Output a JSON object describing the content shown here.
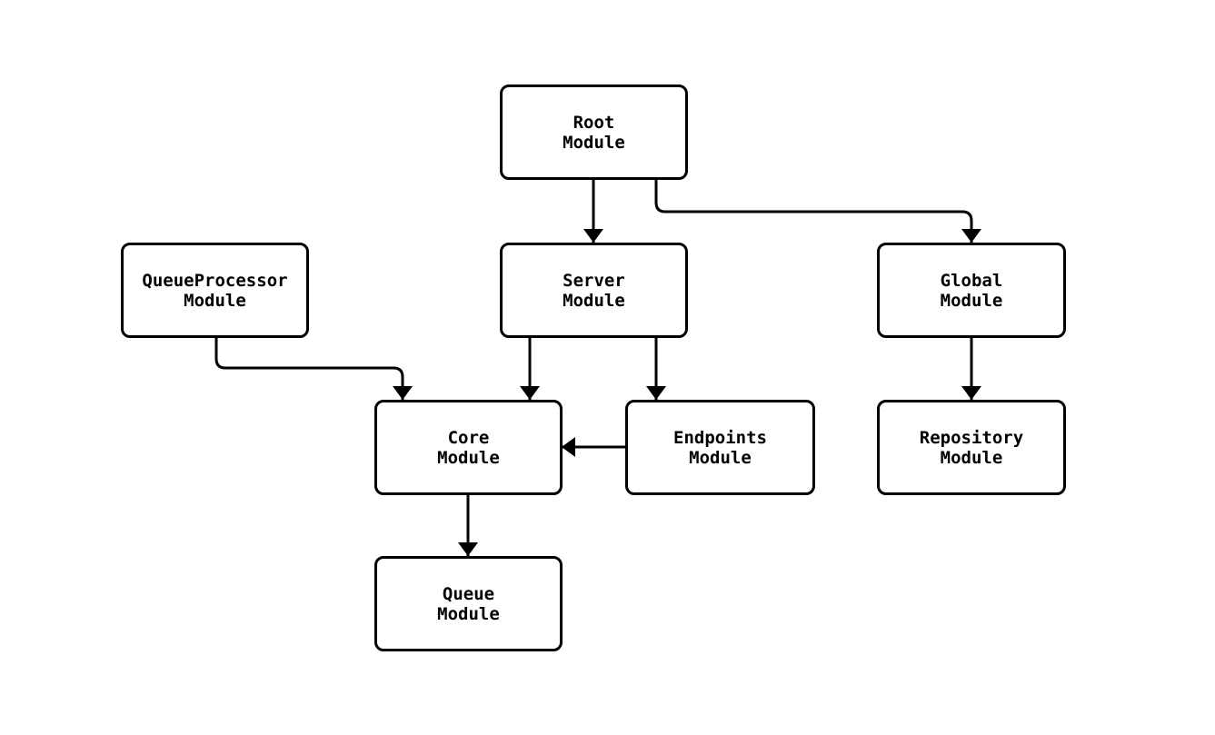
{
  "diagram": {
    "background_color": "#ffffff",
    "stroke_color": "#000000",
    "text_color": "#000000",
    "nodes": {
      "root": {
        "label": "Root\nModule"
      },
      "queue_processor": {
        "label": "QueueProcessor\nModule"
      },
      "server": {
        "label": "Server\nModule"
      },
      "global": {
        "label": "Global\nModule"
      },
      "core": {
        "label": "Core\nModule"
      },
      "endpoints": {
        "label": "Endpoints\nModule"
      },
      "repository": {
        "label": "Repository\nModule"
      },
      "queue": {
        "label": "Queue\nModule"
      }
    },
    "edges": [
      {
        "from": "root",
        "to": "server"
      },
      {
        "from": "root",
        "to": "global"
      },
      {
        "from": "queue_processor",
        "to": "core"
      },
      {
        "from": "server",
        "to": "core"
      },
      {
        "from": "server",
        "to": "endpoints"
      },
      {
        "from": "endpoints",
        "to": "core"
      },
      {
        "from": "global",
        "to": "repository"
      },
      {
        "from": "core",
        "to": "queue"
      }
    ]
  }
}
